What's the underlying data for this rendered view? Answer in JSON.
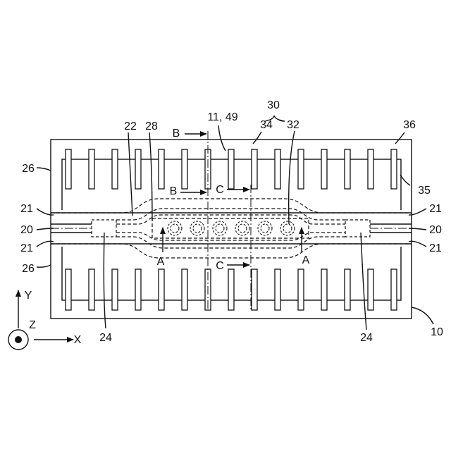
{
  "labels": {
    "ref_30": "30",
    "ref_11_49": "11, 49",
    "ref_22": "22",
    "ref_28": "28",
    "ref_34": "34",
    "ref_32": "32",
    "ref_36": "36",
    "ref_35": "35",
    "ref_26_top": "26",
    "ref_26_bottom": "26",
    "ref_21_tl": "21",
    "ref_21_tr": "21",
    "ref_21_bl": "21",
    "ref_21_br": "21",
    "ref_20_l": "20",
    "ref_20_r": "20",
    "ref_24_l": "24",
    "ref_24_r": "24",
    "ref_10": "10",
    "sec_B_top": "B",
    "sec_B_mid": "B",
    "sec_C_top": "C",
    "sec_C_bot": "C",
    "sec_A_l": "A",
    "sec_A_r": "A",
    "axis_y": "Y",
    "axis_z": "Z",
    "axis_x": "X"
  }
}
